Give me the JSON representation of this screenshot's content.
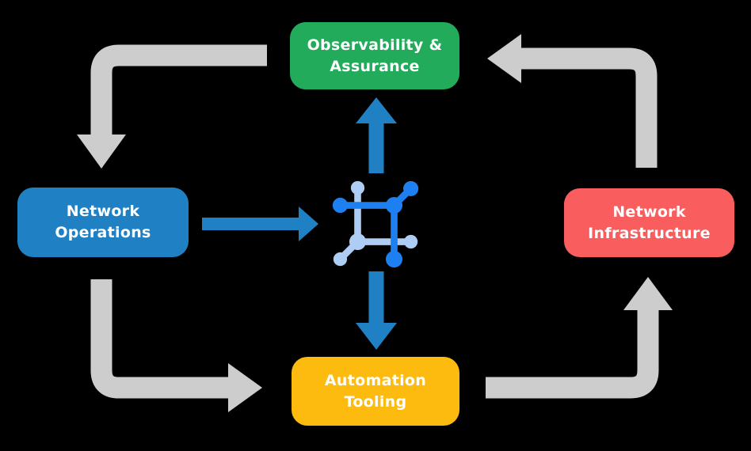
{
  "title": "Network automation cycle diagram",
  "colors": {
    "background": "#000000",
    "node-green": "#22AB5A",
    "node-blue": "#1F81C3",
    "node-red": "#F95D5D",
    "node-yellow": "#FDBB10",
    "arrow-gray": "#CDCDCD",
    "arrow-blue": "#1F81C3",
    "icon-dark-blue": "#1E80F0",
    "icon-light-blue": "#AECDF5",
    "text": "#FFFFFF"
  },
  "nodes": [
    {
      "id": "observability-assurance",
      "line1": "Observability &",
      "line2": "Assurance",
      "color": "#22AB5A"
    },
    {
      "id": "network-operations",
      "line1": "Network",
      "line2": "Operations",
      "color": "#1F81C3"
    },
    {
      "id": "network-infrastructure",
      "line1": "Network",
      "line2": "Infrastructure",
      "color": "#F95D5D"
    },
    {
      "id": "automation-tooling",
      "line1": "Automation",
      "line2": "Tooling",
      "color": "#FDBB10"
    }
  ],
  "center_icon": {
    "name": "network-automation-icon",
    "dark_color": "#1E80F0",
    "light_color": "#AECDF5"
  },
  "flows": [
    {
      "from": "observability-assurance",
      "to": "network-operations",
      "style": "gray-elbow"
    },
    {
      "from": "network-operations",
      "to": "automation-tooling",
      "style": "gray-elbow"
    },
    {
      "from": "automation-tooling",
      "to": "network-infrastructure",
      "style": "gray-elbow"
    },
    {
      "from": "network-infrastructure",
      "to": "observability-assurance",
      "style": "gray-elbow"
    },
    {
      "from": "network-operations",
      "to": "center-icon",
      "style": "blue-straight"
    },
    {
      "from": "center-icon",
      "to": "observability-assurance",
      "style": "blue-straight"
    },
    {
      "from": "center-icon",
      "to": "automation-tooling",
      "style": "blue-straight"
    }
  ]
}
